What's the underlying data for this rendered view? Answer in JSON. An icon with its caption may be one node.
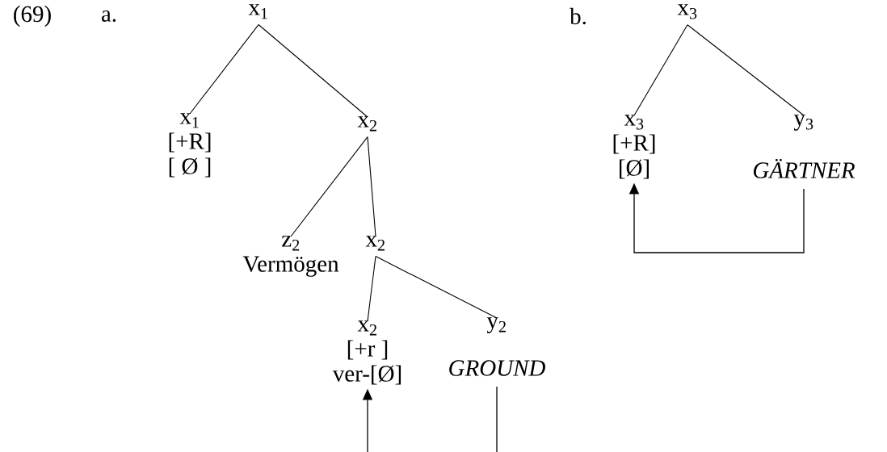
{
  "diagram": {
    "nodes": [
      {
        "text": [
          "x$_{1}$"
        ]
      },
      {
        "text": [
          "x$_{1}$",
          "[+R]",
          "[ Ø ]"
        ]
      },
      {
        "text": [
          "x$_{2}$"
        ]
      },
      {
        "text": [
          "z$_{2}$",
          "Vermögen"
        ]
      },
      {
        "text": [
          "x$_{2}$"
        ]
      },
      {
        "text": [
          "x$_{2}$",
          "[+r ]",
          "ver-[Ø]"
        ]
      },
      {
        "text": [
          "y$_{2}$",
          "*GROUND*"
        ]
      },
      {
        "text": [
          "x$_{3}$"
        ]
      },
      {
        "text": [
          "x$_{3}$",
          "[+R]",
          "[Ø]"
        ]
      },
      {
        "text": [
          "y$_{3}$",
          "*GÄRTNER*"
        ]
      }
    ],
    "edges": [
      {
        "from": 0,
        "to": 1,
        "arrow": "none"
      },
      {
        "from": 0,
        "to": 2,
        "arrow": "none"
      },
      {
        "from": 2,
        "to": 3,
        "arrow": "none"
      },
      {
        "from": 2,
        "to": 4,
        "arrow": "none"
      },
      {
        "from": 4,
        "to": 5,
        "arrow": "none"
      },
      {
        "from": 4,
        "to": 6,
        "arrow": "none"
      },
      {
        "from": 6,
        "to": 5,
        "arrow": "to"
      },
      {
        "from": 7,
        "to": 8,
        "arrow": "none"
      },
      {
        "from": 7,
        "to": 9,
        "arrow": "none"
      },
      {
        "from": 9,
        "to": 8,
        "arrow": "to"
      }
    ],
    "labels": [
      "(69)",
      "a.",
      "b."
    ]
  }
}
